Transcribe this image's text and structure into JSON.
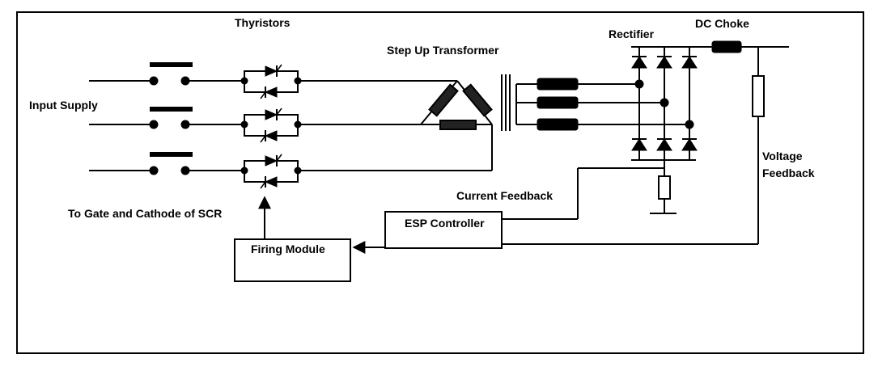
{
  "labels": {
    "input_supply": "Input Supply",
    "thyristors": "Thyristors",
    "step_up_transformer": "Step Up Transformer",
    "rectifier": "Rectifier",
    "dc_choke": "DC Choke",
    "voltage_feedback_1": "Voltage",
    "voltage_feedback_2": "Feedback",
    "current_feedback": "Current Feedback",
    "gate_cathode": "To Gate and Cathode of SCR",
    "esp_controller": "ESP Controller",
    "firing_module": "Firing Module"
  },
  "colors": {
    "line": "#000000",
    "winding": "#000000"
  }
}
